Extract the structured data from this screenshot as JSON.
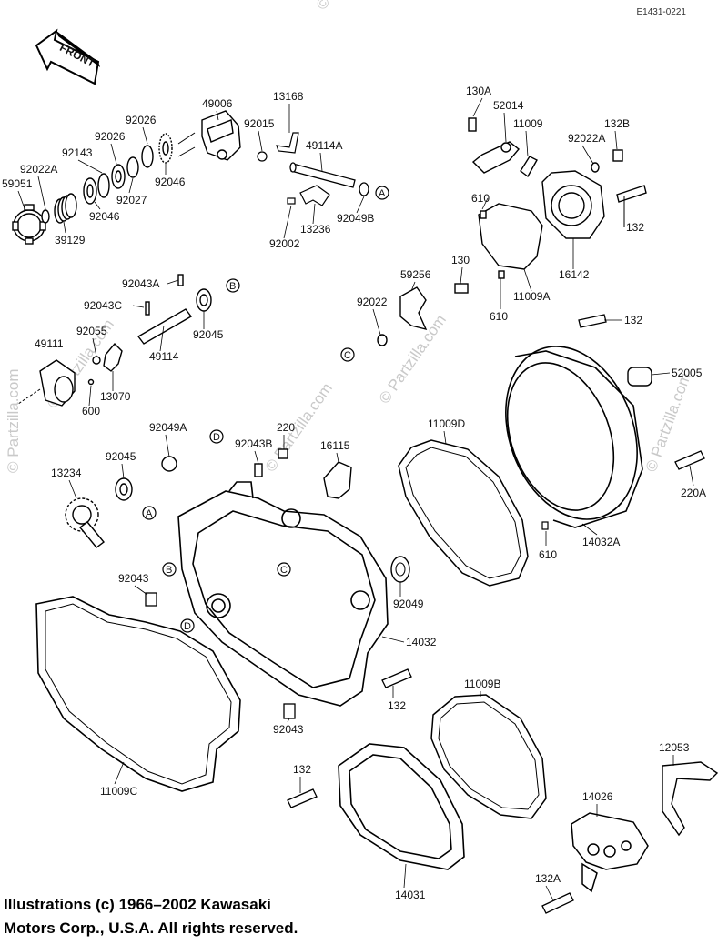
{
  "diagram_ref": "E1431-0221",
  "front_arrow": "FRONT",
  "watermark": "© Partzilla.com",
  "copyright": {
    "line1": "Illustrations (c) 1966–2002 Kawasaki",
    "line2": "Motors Corp., U.S.A.  All rights reserved."
  },
  "part_labels": {
    "p49006": "49006",
    "p13168": "13168",
    "p92026a": "92026",
    "p92026b": "92026",
    "p92143": "92143",
    "p92022A_l": "92022A",
    "p59051": "59051",
    "p39129": "39129",
    "p92046a": "92046",
    "p92027": "92027",
    "p92046b": "92046",
    "p92015": "92015",
    "p49114A": "49114A",
    "p13236": "13236",
    "p92002": "92002",
    "p92049B": "92049B",
    "p130A": "130A",
    "p52014": "52014",
    "p11009": "11009",
    "p132B": "132B",
    "p92022A_r": "92022A",
    "p610a": "610",
    "p132a": "132",
    "p16142": "16142",
    "p130": "130",
    "p59256": "59256",
    "p11009A": "11009A",
    "p610b": "610",
    "p92022": "92022",
    "p92043A": "92043A",
    "p92043C": "92043C",
    "p92045a": "92045",
    "p92055": "92055",
    "p49111": "49111",
    "p49114": "49114",
    "p13070": "13070",
    "p600": "600",
    "p132b": "132",
    "p52005": "52005",
    "p11009D": "11009D",
    "p92049A": "92049A",
    "p220": "220",
    "p92043B": "92043B",
    "p16115": "16115",
    "p92045b": "92045",
    "p13234": "13234",
    "p220A": "220A",
    "p610c": "610",
    "p14032A": "14032A",
    "p92043": "92043",
    "p92049": "92049",
    "p14032": "14032",
    "p132c": "132",
    "p11009B": "11009B",
    "p92043b": "92043",
    "p12053": "12053",
    "p132d": "132",
    "p11009C": "11009C",
    "p14026": "14026",
    "p132A": "132A",
    "p14031": "14031"
  },
  "callouts": {
    "A": "A",
    "B": "B",
    "C": "C",
    "D": "D"
  }
}
